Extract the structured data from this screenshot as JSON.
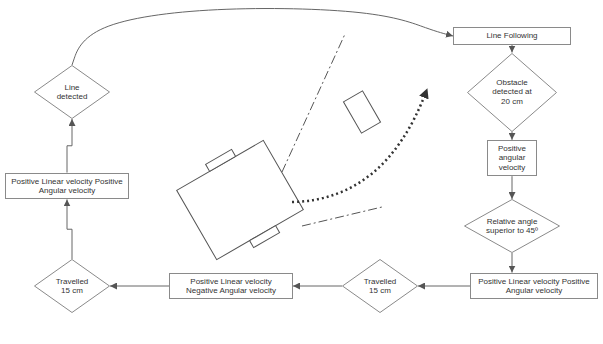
{
  "diagram": {
    "nodes": [
      {
        "text": [
          "Line Following"
        ]
      },
      {
        "text": [
          "Obstacle detected at 20 cm"
        ]
      },
      {
        "text": [
          "Positive angular velocity"
        ]
      },
      {
        "text": [
          "Relative angle superior to 45º"
        ]
      },
      {
        "text": [
          "Positive Linear velocity Positive Angular velocity"
        ]
      },
      {
        "text": [
          "Travelled 15 cm"
        ]
      },
      {
        "text": [
          "Positive Linear velocity Negative Angular velocity"
        ]
      },
      {
        "text": [
          "Travelled 15 cm"
        ]
      },
      {
        "text": [
          "Positive Linear velocity Positive Angular velocity"
        ]
      },
      {
        "text": [
          "Line detected"
        ]
      }
    ],
    "edges": [
      {
        "from": 0,
        "to": 1,
        "arrow": "to"
      },
      {
        "from": 1,
        "to": 2,
        "arrow": "to"
      },
      {
        "from": 2,
        "to": 3,
        "arrow": "to"
      },
      {
        "from": 3,
        "to": 4,
        "arrow": "to"
      },
      {
        "from": 4,
        "to": 5,
        "arrow": "to"
      },
      {
        "from": 5,
        "to": 6,
        "arrow": "to"
      },
      {
        "from": 6,
        "to": 7,
        "arrow": "to"
      },
      {
        "from": 7,
        "to": 8,
        "arrow": "to"
      },
      {
        "from": 8,
        "to": 9,
        "arrow": "to"
      },
      {
        "from": 9,
        "to": 0,
        "arrow": "to"
      }
    ]
  }
}
